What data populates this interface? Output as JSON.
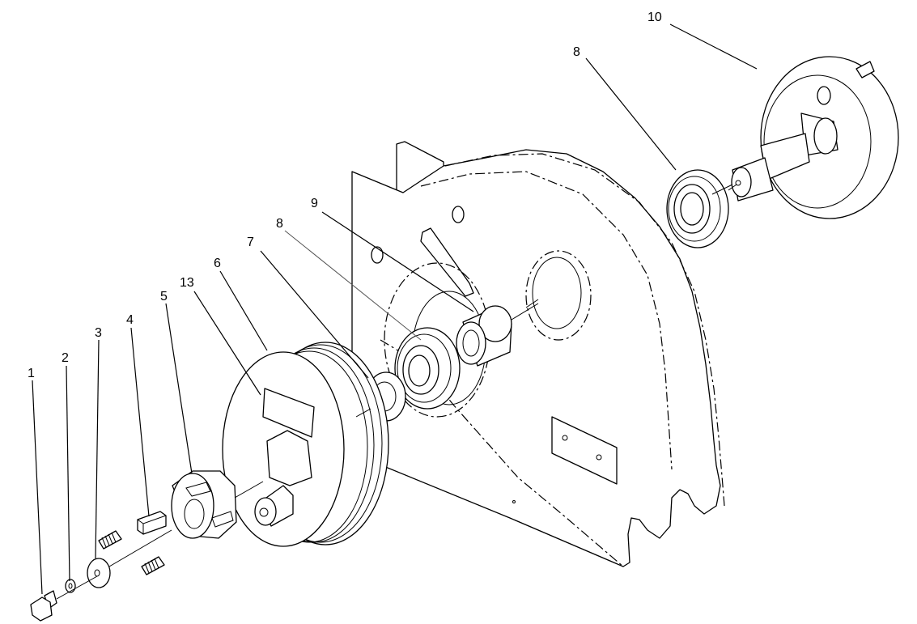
{
  "callouts": [
    {
      "id": "c1",
      "text": "1"
    },
    {
      "id": "c2",
      "text": "2"
    },
    {
      "id": "c3",
      "text": "3"
    },
    {
      "id": "c4",
      "text": "4"
    },
    {
      "id": "c5",
      "text": "5"
    },
    {
      "id": "c13",
      "text": "13"
    },
    {
      "id": "c6",
      "text": "6"
    },
    {
      "id": "c7",
      "text": "7"
    },
    {
      "id": "c8a",
      "text": "8"
    },
    {
      "id": "c9",
      "text": "9"
    },
    {
      "id": "c8b",
      "text": "8"
    },
    {
      "id": "c10",
      "text": "10"
    }
  ]
}
